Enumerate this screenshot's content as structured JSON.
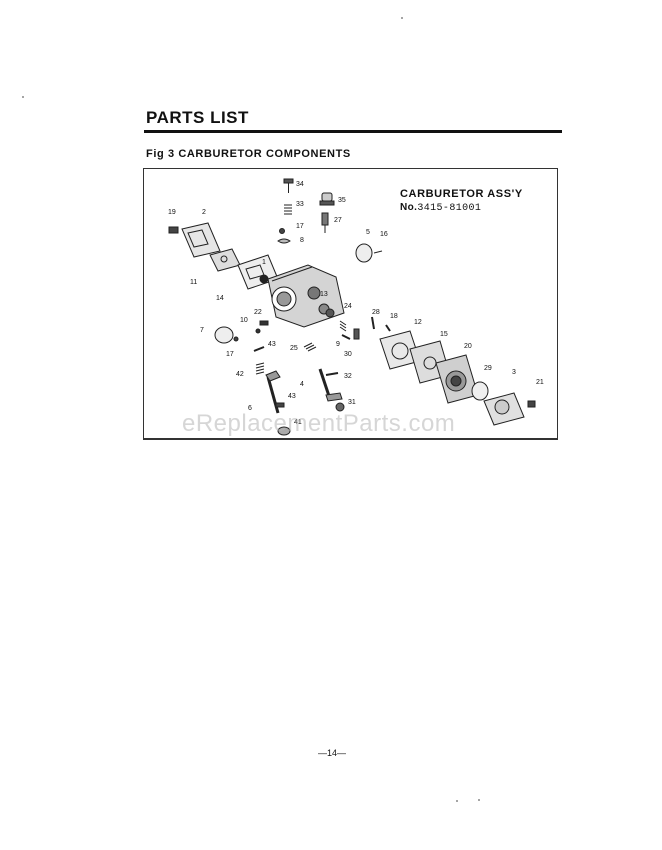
{
  "heading": "PARTS LIST",
  "figure_caption": "Fig 3  CARBURETOR  COMPONENTS",
  "diagram": {
    "assembly_title": "CARBURETOR  ASS'Y",
    "assembly_number_prefix": "No.",
    "assembly_number": "3415-81001",
    "callouts": [
      "34",
      "33",
      "35",
      "19",
      "2",
      "17",
      "27",
      "5",
      "16",
      "8",
      "1",
      "11",
      "14",
      "13",
      "24",
      "22",
      "10",
      "28",
      "18",
      "12",
      "7",
      "9",
      "43",
      "25",
      "15",
      "17",
      "30",
      "20",
      "42",
      "29",
      "3",
      "4",
      "32",
      "21",
      "43",
      "31",
      "6",
      "41"
    ]
  },
  "watermark": "eReplacementParts.com",
  "page_number": "—14—"
}
